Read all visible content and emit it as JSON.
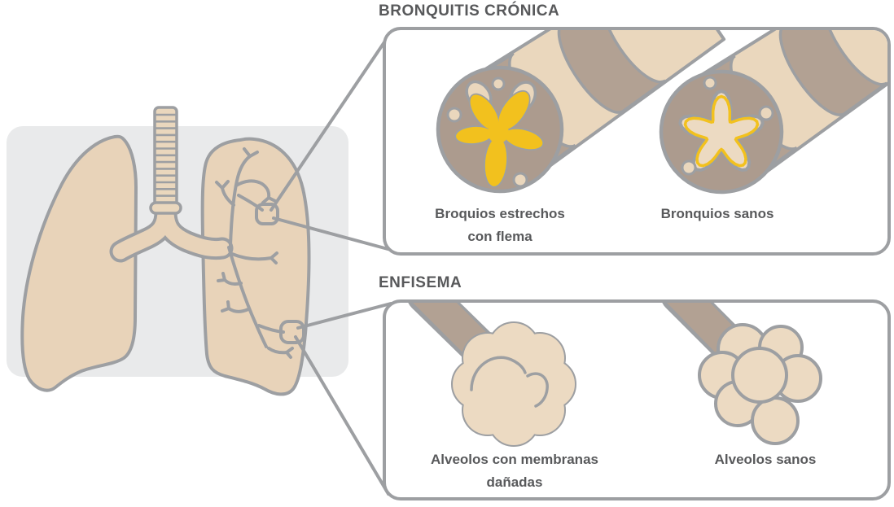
{
  "panels": {
    "bronchitis": {
      "title": "BRONQUITIS CRÓNICA",
      "diseased_label_line1": "Broquios estrechos",
      "diseased_label_line2": "con flema",
      "healthy_label": "Bronquios sanos"
    },
    "emphysema": {
      "title": "ENFISEMA",
      "damaged_label_line1": "Alveolos con membranas",
      "damaged_label_line2": "dañadas",
      "healthy_label": "Alveolos sanos"
    }
  },
  "colors": {
    "text": "#58595b",
    "outline": "#9d9fa2",
    "lung_fill": "#e8d3b9",
    "band_tan": "#ead7bd",
    "wall_brown": "#ac9b8e",
    "tube_brown": "#b2a193",
    "mucus_yellow": "#f2c11e",
    "lumen_tan": "#ecdac2",
    "background_gray": "#e9eaeb",
    "panel_bg": "#ffffff"
  }
}
